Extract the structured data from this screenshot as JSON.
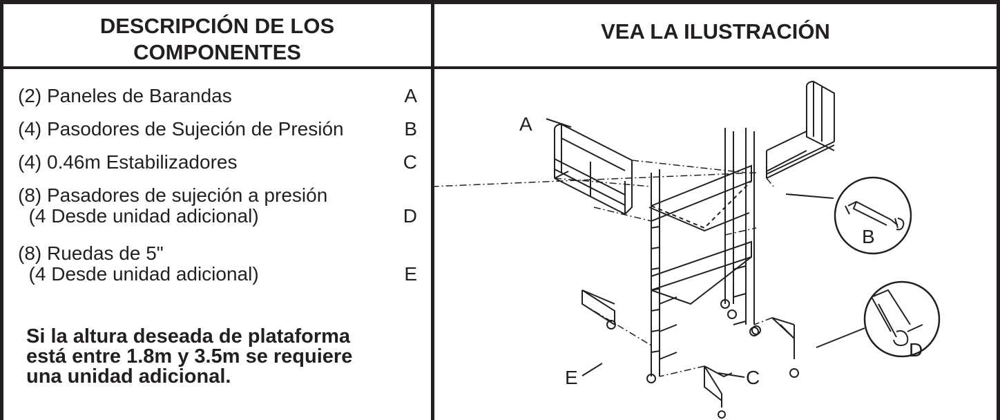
{
  "headers": {
    "left": [
      "DESCRIPCIÓN DE LOS",
      "COMPONENTES"
    ],
    "right": "VEA LA ILUSTRACIÓN"
  },
  "components": [
    {
      "lines": [
        "(2) Paneles de Barandas"
      ],
      "letter": "A"
    },
    {
      "lines": [
        "(4) Pasodores de Sujeción de Presión"
      ],
      "letter": "B"
    },
    {
      "lines": [
        "(4) 0.46m Estabilizadores"
      ],
      "letter": "C"
    },
    {
      "lines": [
        "(8) Pasadores de sujeción a presión",
        "  (4 Desde unidad adicional)"
      ],
      "letter": "D"
    },
    {
      "lines": [
        "(8) Ruedas de 5\"",
        "  (4 Desde unidad adicional)"
      ],
      "letter": "E"
    }
  ],
  "note": [
    "Si la altura deseada de plataforma",
    "está entre 1.8m y 3.5m se requiere",
    "una unidad adicional."
  ],
  "illustration": {
    "callouts": {
      "A": "A",
      "B": "B",
      "C": "C",
      "D": "D",
      "E": "E"
    }
  }
}
